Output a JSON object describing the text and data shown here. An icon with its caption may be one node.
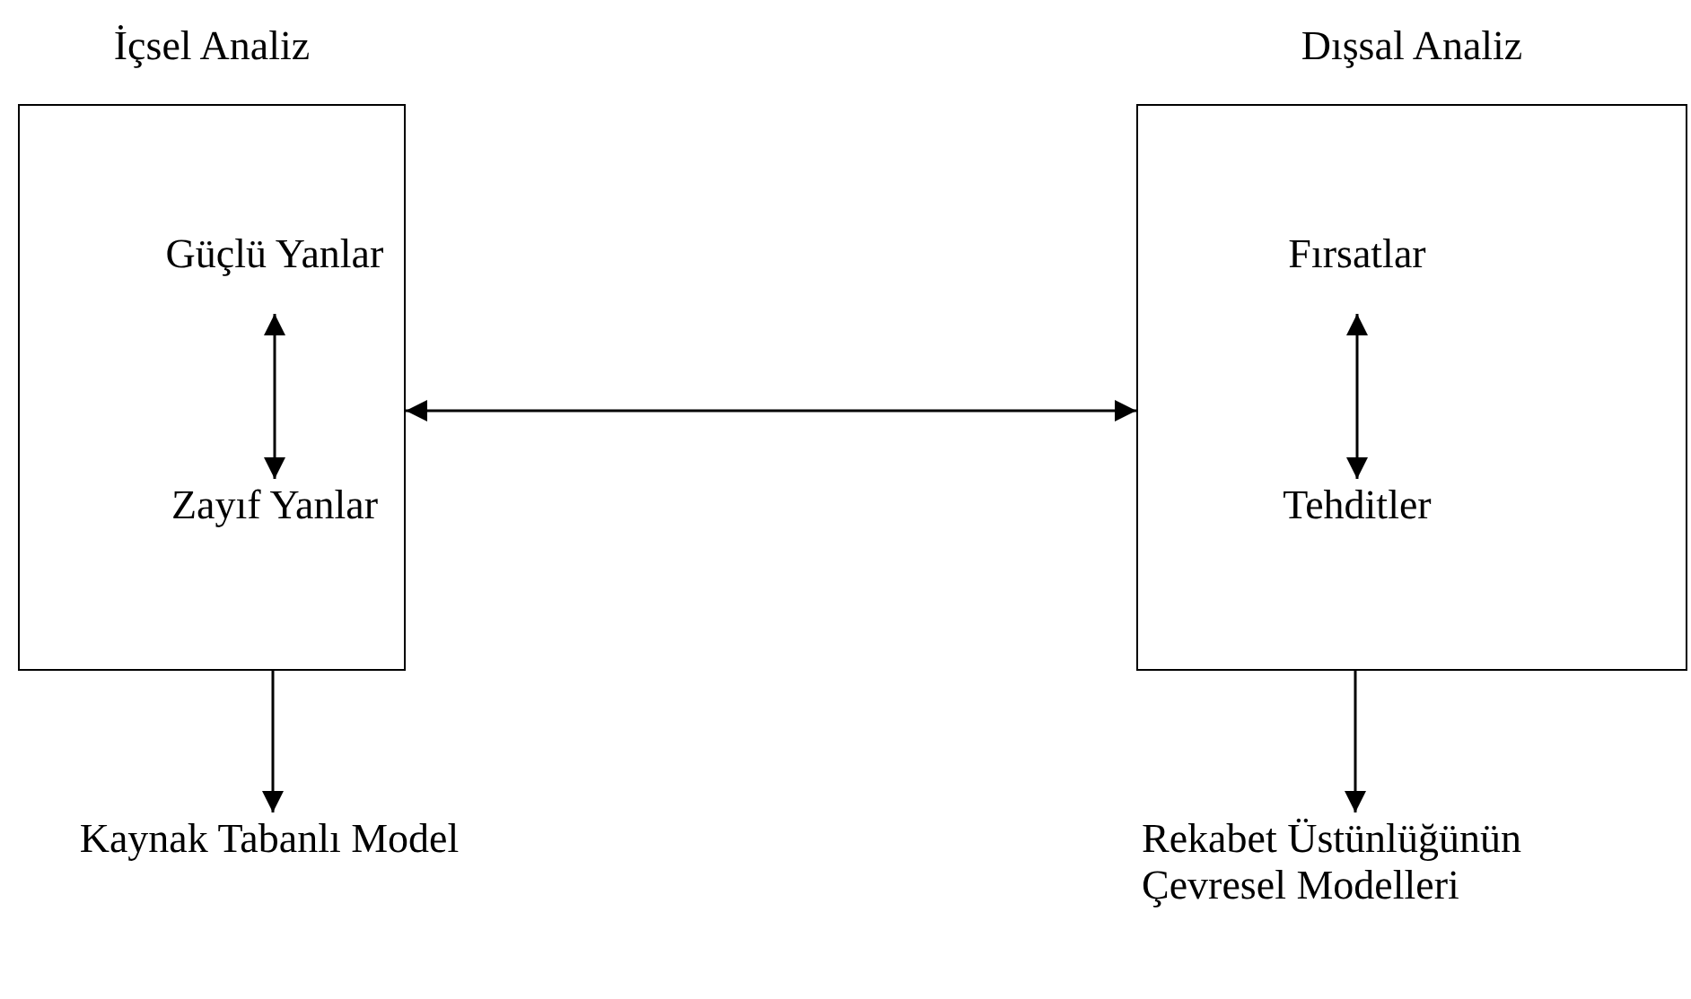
{
  "diagram": {
    "nodes": [
      {
        "text": [
          "İçsel Analiz"
        ]
      },
      {
        "text": [
          "Güçlü Yanlar"
        ],
        "in": 0
      },
      {
        "text": [
          "Zayıf Yanlar"
        ],
        "in": 0
      },
      {
        "text": [
          "Dışsal Analiz"
        ]
      },
      {
        "text": [
          "Fırsatlar"
        ],
        "in": 3
      },
      {
        "text": [
          "Tehditler"
        ],
        "in": 3
      },
      {
        "text": [
          "Kaynak Tabanlı Model"
        ]
      },
      {
        "text": [
          "Rekabet Üstünlüğünün Çevresel Modelleri"
        ]
      }
    ],
    "edges": [
      {
        "from": 1,
        "to": 2,
        "arrow": "both"
      },
      {
        "from": 4,
        "to": 5,
        "arrow": "both"
      },
      {
        "from": 0,
        "to": 3,
        "arrow": "both"
      },
      {
        "from": 0,
        "to": 6,
        "arrow": "to"
      },
      {
        "from": 3,
        "to": 7,
        "arrow": "to"
      }
    ]
  }
}
